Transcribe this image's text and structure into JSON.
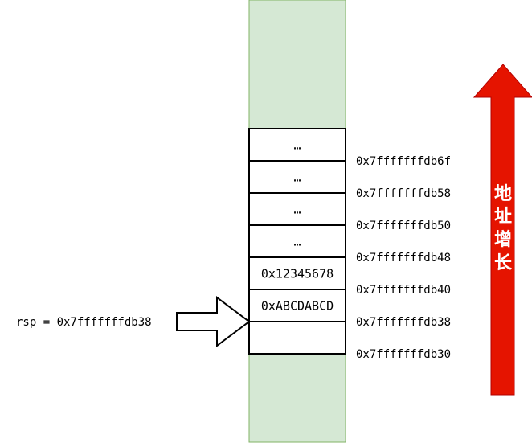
{
  "stack": {
    "cells": [
      {
        "value": "…",
        "address": "0x7fffffffdb6f"
      },
      {
        "value": "…",
        "address": "0x7fffffffdb58"
      },
      {
        "value": "…",
        "address": "0x7fffffffdb50"
      },
      {
        "value": "…",
        "address": "0x7fffffffdb48"
      },
      {
        "value": "0x12345678",
        "address": "0x7fffffffdb40"
      },
      {
        "value": "0xABCDABCD",
        "address": "0x7fffffffdb38"
      },
      {
        "value": "",
        "address": "0x7fffffffdb30"
      }
    ]
  },
  "pointer": {
    "label": "rsp = 0x7fffffffdb38"
  },
  "growth": {
    "label_chars": [
      "地",
      "址",
      "增",
      "长"
    ]
  },
  "colors": {
    "memory_region_fill": "#d5e8d4",
    "memory_region_stroke": "#82b366",
    "cell_fill": "#ffffff",
    "cell_stroke": "#000000",
    "growth_arrow_fill": "#e51400",
    "growth_arrow_stroke": "#b20000",
    "growth_text": "#ffffff"
  }
}
